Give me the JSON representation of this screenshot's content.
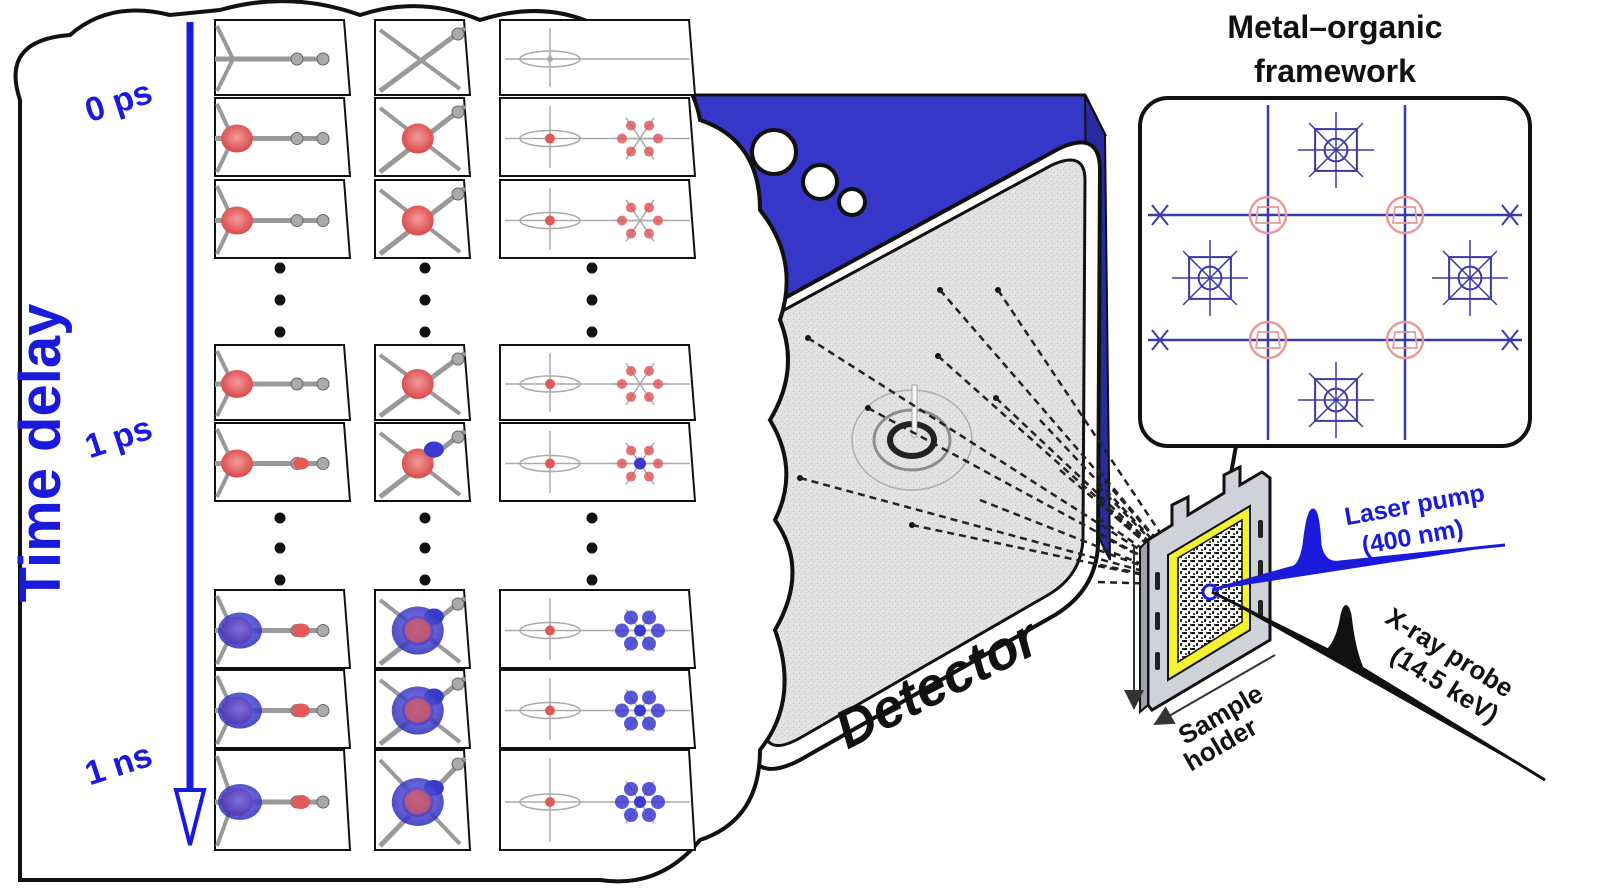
{
  "title": "Metal–organic framework",
  "title_lines": [
    "Metal–organic",
    "framework"
  ],
  "axis": {
    "label": "Time delay",
    "ticks": [
      "0 ps",
      "1 ps",
      "1 ns"
    ]
  },
  "detector_label": "Detector",
  "sample_holder_lines": [
    "Sample",
    "holder"
  ],
  "laser": {
    "lines": [
      "Laser pump",
      "(400 nm)"
    ]
  },
  "xray": {
    "lines": [
      "X-ray probe",
      "(14.5 keV)"
    ]
  },
  "colors": {
    "accent_blue": "#1a1adc",
    "detector_blue": "#3636c8",
    "density_red": "#e05a5a",
    "density_blue": "#3a3ad0",
    "molecule_gray": "#8a8a8a",
    "holder_yellow": "#f2f233",
    "mof_blue": "#3a3aa8",
    "mof_pink": "#e89a9a"
  }
}
